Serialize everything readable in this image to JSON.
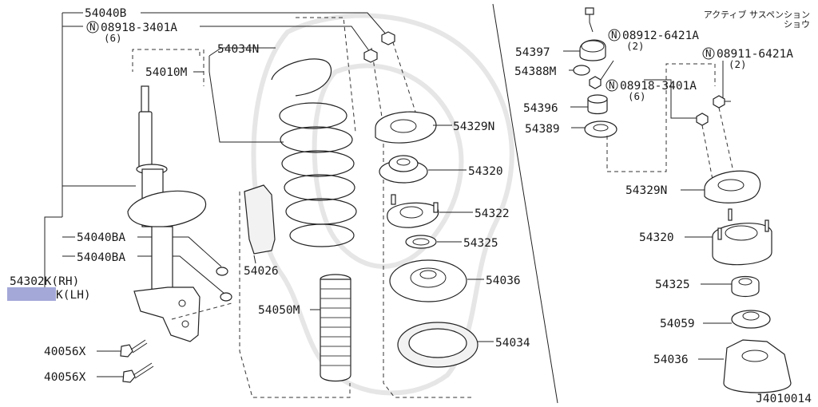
{
  "header": {
    "jp_line1": "アクティブ サスペンション",
    "jp_line2": "ショウ"
  },
  "footer": {
    "diagram_code": "J4010014"
  },
  "highlight_color": "#a3a8d8",
  "n_symbol": "N",
  "labels": {
    "p54040B": "54040B",
    "p08918_3401A": "08918-3401A",
    "q6_left": "(6)",
    "p54034N": "54034N",
    "p54010M": "54010M",
    "p54040BA_1": "54040BA",
    "p54040BA_2": "54040BA",
    "p54302K_rh": "54302K(RH)",
    "p54302K_lh": "K(LH)",
    "p40056X_1": "40056X",
    "p40056X_2": "40056X",
    "p54026": "54026",
    "p54050M": "54050M",
    "p54329N_mid": "54329N",
    "p54320_mid": "54320",
    "p54322": "54322",
    "p54325_mid": "54325",
    "p54036_mid": "54036",
    "p54034": "54034",
    "p54397": "54397",
    "p54388M": "54388M",
    "p54396": "54396",
    "p54389": "54389",
    "p08912_6421A": "08912-6421A",
    "q2_a": "(2)",
    "p08911_6421A": "08911-6421A",
    "q2_b": "(2)",
    "p08918_3401A_r": "08918-3401A",
    "q6_right": "(6)",
    "p54329N_r": "54329N",
    "p54320_r": "54320",
    "p54325_r": "54325",
    "p54059": "54059",
    "p54036_r": "54036"
  }
}
